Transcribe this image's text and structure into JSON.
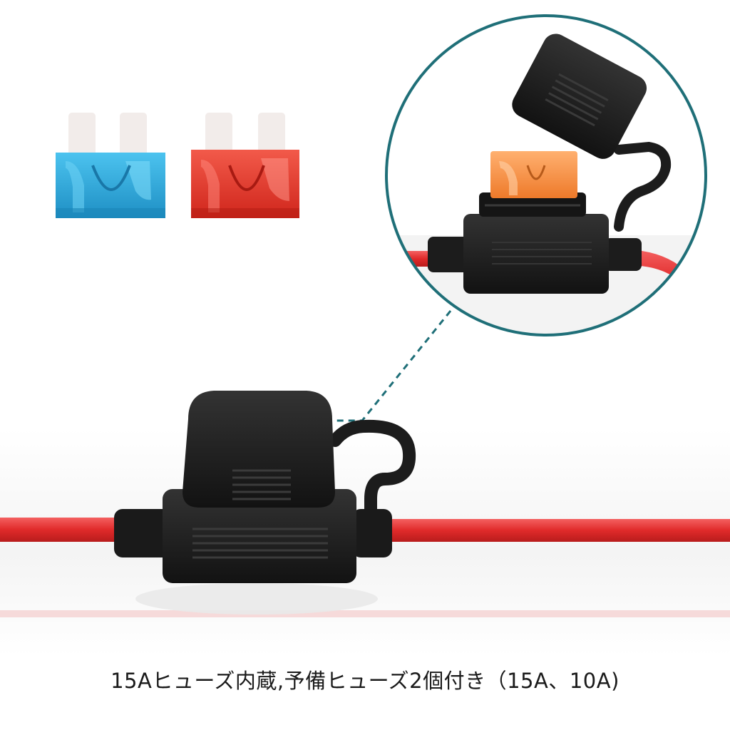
{
  "caption": "15Aヒューズ内蔵,予備ヒューズ2個付き（15A、10A)",
  "colors": {
    "background": "#ffffff",
    "wire": "#e02a2a",
    "holder": "#1c1c1c",
    "callout_ring": "#1f6f78",
    "spare_fuse_blue": "#2aa6d6",
    "spare_fuse_red": "#e33428",
    "installed_fuse_orange": "#f08a3a"
  },
  "objects": {
    "spare_fuses": [
      "blue-blade-fuse",
      "red-blade-fuse"
    ],
    "main": "inline-fuse-holder",
    "callout": "fuse-holder-open-closeup"
  }
}
